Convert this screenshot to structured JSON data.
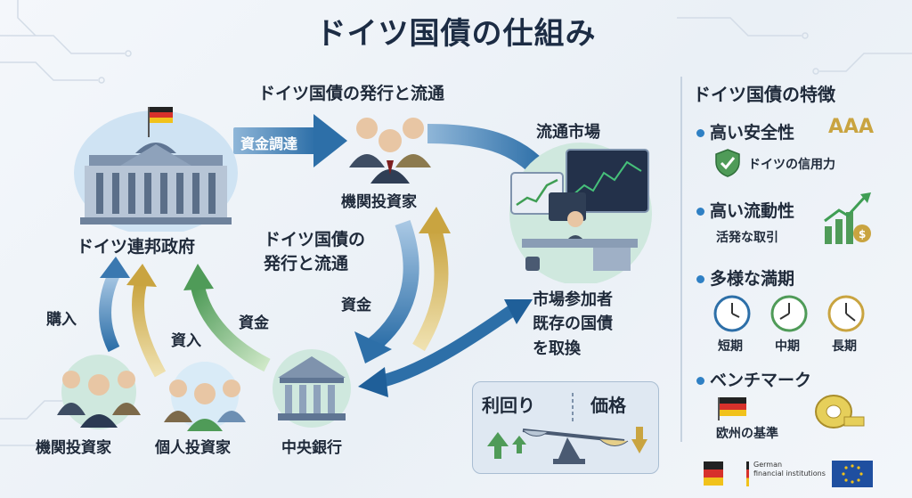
{
  "title": "ドイツ国債の仕組み",
  "flow_heading": "ドイツ国債の発行と流通",
  "nodes": {
    "government": "ドイツ連邦政府",
    "institutional_top": "機関投資家",
    "market_heading": "流通市場",
    "market_participants": "市場参加者",
    "market_desc": "既存の国債\nを取換",
    "institutional_bottom": "機関投資家",
    "individual": "個人投資家",
    "central_bank": "中央銀行"
  },
  "flows": {
    "funding": "資金調達",
    "center_label": "ドイツ国債の\n発行と流通",
    "funds_down": "資金",
    "purchase": "購入",
    "investment": "資入",
    "funds_left": "資金"
  },
  "balance": {
    "yield_label": "利回り",
    "price_label": "価格"
  },
  "features": {
    "heading": "ドイツ国債の特徴",
    "items": [
      {
        "title": "高い安全性",
        "sub": "ドイツの信用力",
        "badge": "AAA"
      },
      {
        "title": "高い流動性",
        "sub": "活発な取引"
      },
      {
        "title": "多様な満期",
        "maturities": [
          "短期",
          "中期",
          "長期"
        ]
      },
      {
        "title": "ベンチマーク",
        "sub": "欧州の基準"
      }
    ]
  },
  "footer": {
    "institutions_text": "German\nfinancial institutions"
  },
  "colors": {
    "arrow_blue": "#2d6fa8",
    "arrow_gold": "#c9a440",
    "arrow_green": "#4f9b58",
    "accent": "#2f80c4"
  }
}
